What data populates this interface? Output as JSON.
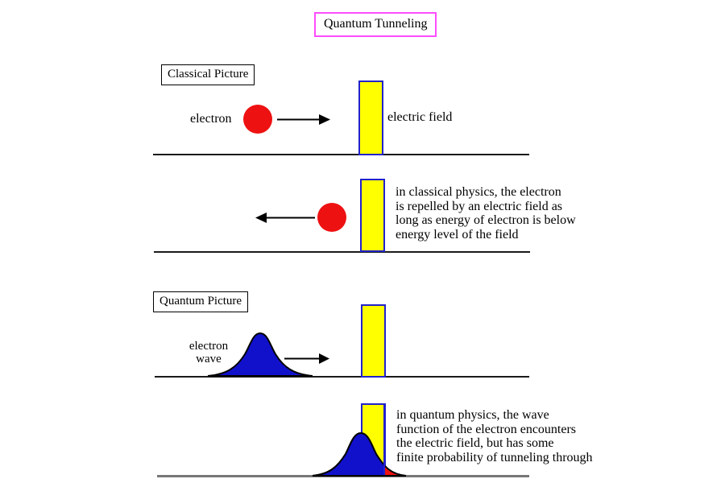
{
  "title": "Quantum Tunneling",
  "sections": {
    "classical": {
      "heading": "Classical Picture",
      "approach": {
        "electron_label": "electron",
        "field_label": "electric field"
      },
      "repulsion": {
        "caption": "in classical physics, the electron\nis repelled by an electric field as\nlong as energy of electron is below\nenergy level of the field"
      }
    },
    "quantum": {
      "heading": "Quantum Picture",
      "approach": {
        "wave_label": "electron\nwave"
      },
      "tunneling": {
        "caption": "in quantum physics, the wave\nfunction of the electron encounters\nthe electric field, but has some\nfinite probability of tunneling through"
      }
    }
  },
  "colors": {
    "title_border": "#ff4dff",
    "barrier_fill": "#ffff00",
    "barrier_border": "#2222cc",
    "electron_red": "#ee1111",
    "wave_blue": "#1111cc",
    "ground_line": "#1a1a1a",
    "ground_line_gray": "#777777"
  }
}
